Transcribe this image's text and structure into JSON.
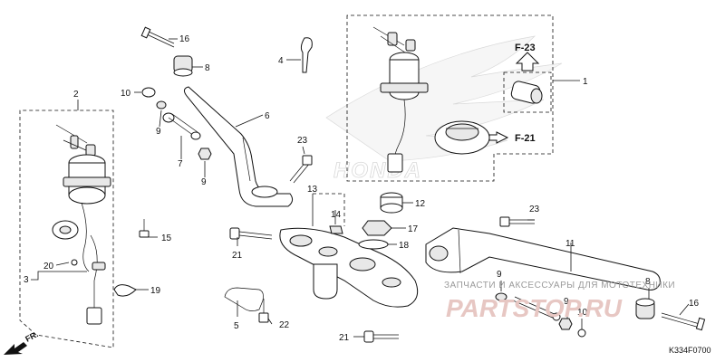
{
  "diagram": {
    "callouts": {
      "c1": "1",
      "c2": "2",
      "c3": "3",
      "c4": "4",
      "c6": "6",
      "c7": "7",
      "c8": "8",
      "c8b": "8",
      "c9a": "9",
      "c9b": "9",
      "c9c": "9",
      "c9d": "9",
      "c10": "10",
      "c11": "11",
      "c12": "12",
      "c13": "13",
      "c14": "14",
      "c15": "15",
      "c16a": "16",
      "c16b": "16",
      "c17": "17",
      "c18": "18",
      "c19": "19",
      "c20": "20",
      "c21a": "21",
      "c21b": "21",
      "c22": "22",
      "c23a": "23",
      "c23b": "23",
      "c5": "5"
    },
    "refs": {
      "f23": "F-23",
      "f21": "F-21"
    },
    "front_label": "FR.",
    "diagram_code": "K334F0700",
    "honda_mark": "HONDA"
  },
  "watermark": {
    "tagline": "ЗАПЧАСТИ И АКСЕССУАРЫ ДЛЯ МОТОТЕХНИКИ",
    "brand": "PARTSTOP.RU"
  }
}
